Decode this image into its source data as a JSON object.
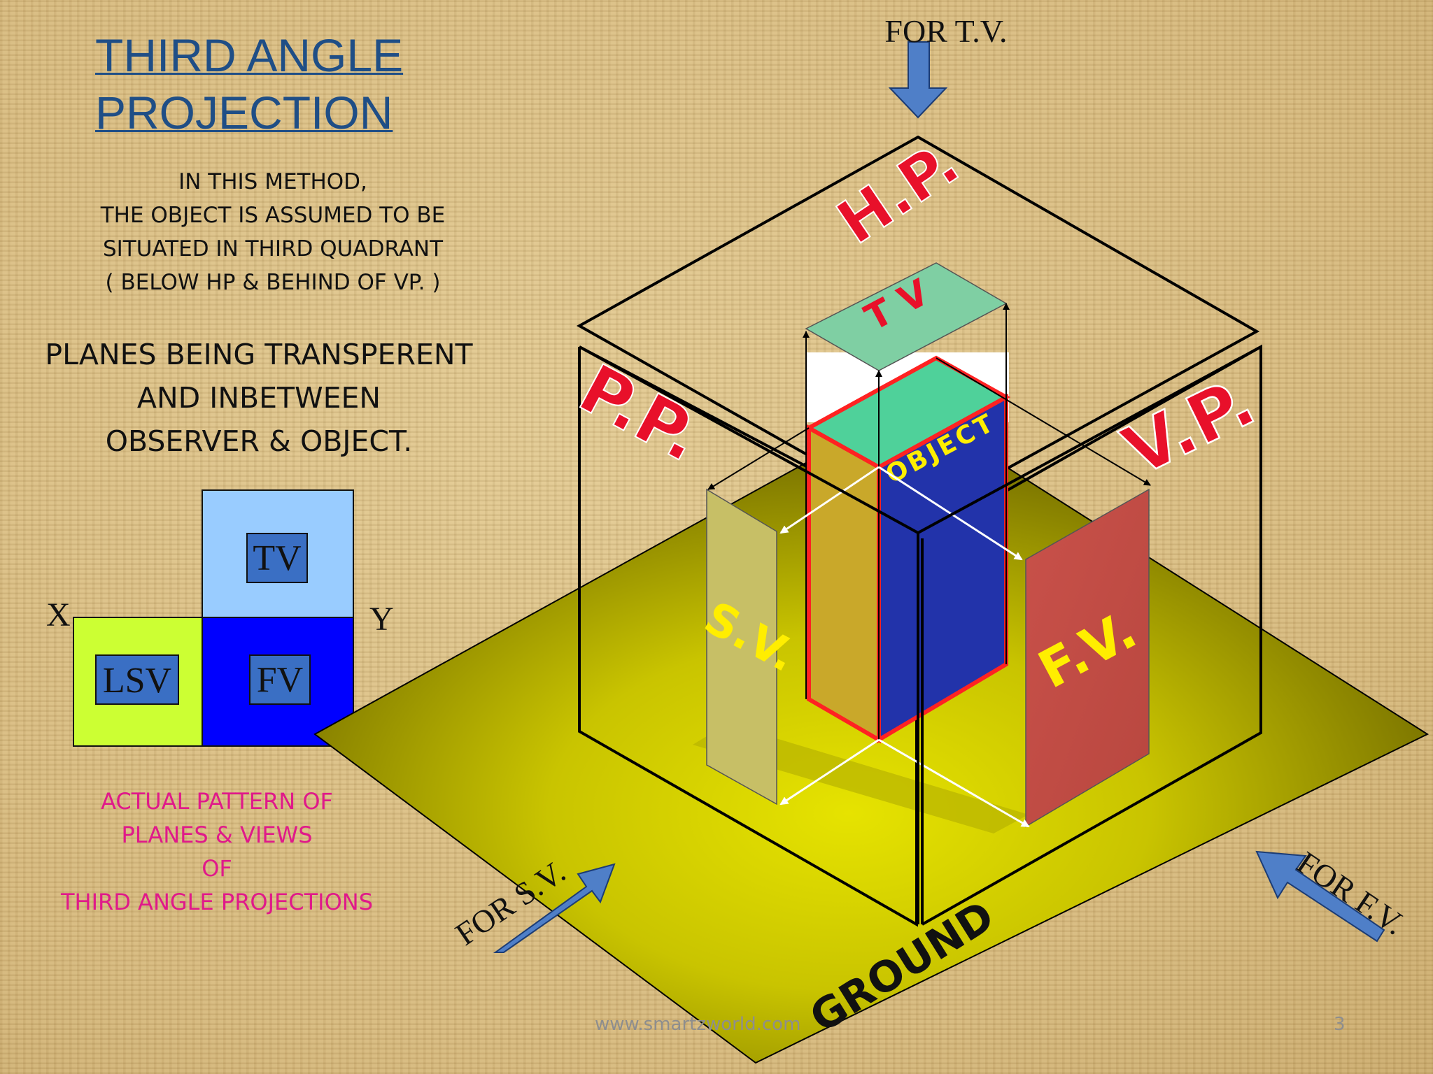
{
  "title": "THIRD ANGLE PROJECTION",
  "method_text": "IN THIS METHOD,\nTHE OBJECT IS ASSUMED TO BE\nSITUATED IN THIRD QUADRANT\n( BELOW HP & BEHIND OF VP. )",
  "planes_text": "PLANES BEING TRANSPERENT\nAND INBETWEEN\nOBSERVER & OBJECT.",
  "pattern": {
    "caption": "ACTUAL PATTERN OF\nPLANES & VIEWS\nOF\nTHIRD ANGLE PROJECTIONS",
    "x_label": "X",
    "y_label": "Y",
    "tv_label": "TV",
    "lsv_label": "LSV",
    "fv_label": "FV"
  },
  "scene": {
    "for_tv": "FOR T.V.",
    "for_sv": "FOR S.V.",
    "for_fv": "FOR F.V.",
    "hp_label": "H.P.",
    "vp_label": "V.P.",
    "pp_label": "P.P.",
    "tv_plate": "T V",
    "object_label": "OBJECT",
    "sv_label": "S.V.",
    "fv_label": "F.V.",
    "ground_label": "GROUND"
  },
  "footer": {
    "url": "www.smartzworld.com",
    "page_number": "3"
  },
  "colors": {
    "title": "#1f4e86",
    "caption_magenta": "#e0198a",
    "plane_label_red": "#e8102a",
    "ground_yellow": "#d6d200",
    "tv_box": "#99ccff",
    "fv_box": "#0000ff",
    "lsv_box": "#ccff33",
    "object_front": "#2233aa",
    "object_top": "#4fd19a",
    "object_side": "#c9a82a",
    "fv_plate": "#c0504d",
    "sv_plate": "#c7bf66",
    "arrow_blue": "#4f7fc8"
  }
}
